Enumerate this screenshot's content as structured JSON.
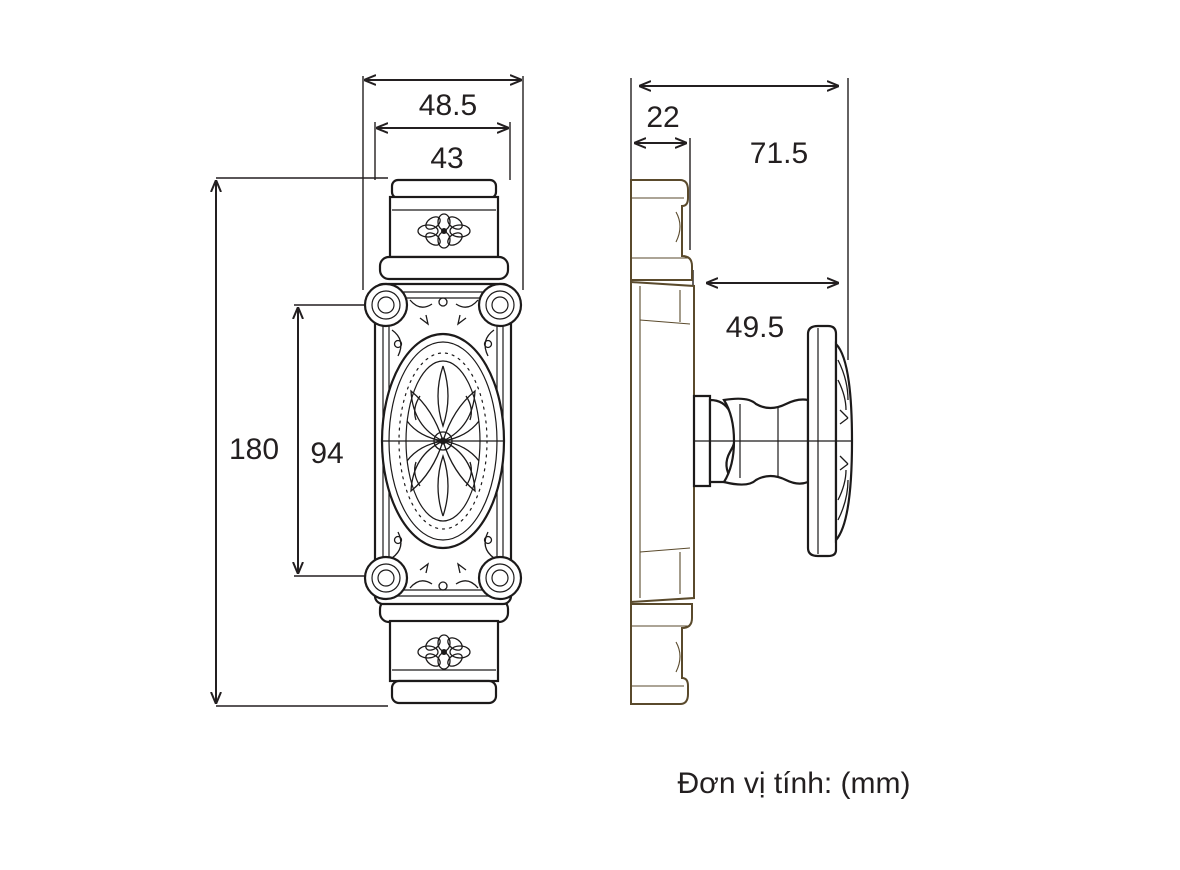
{
  "front_view": {
    "width_outer": "48.5",
    "width_inner": "43",
    "height_total": "180",
    "hole_spacing": "94"
  },
  "side_view": {
    "depth_base": "22",
    "depth_total": "71.5",
    "depth_knob": "49.5"
  },
  "unit_note": "Đơn vị tính: (mm)",
  "colors": {
    "line": "#231f20",
    "side_outline": "#5a4a2c"
  }
}
